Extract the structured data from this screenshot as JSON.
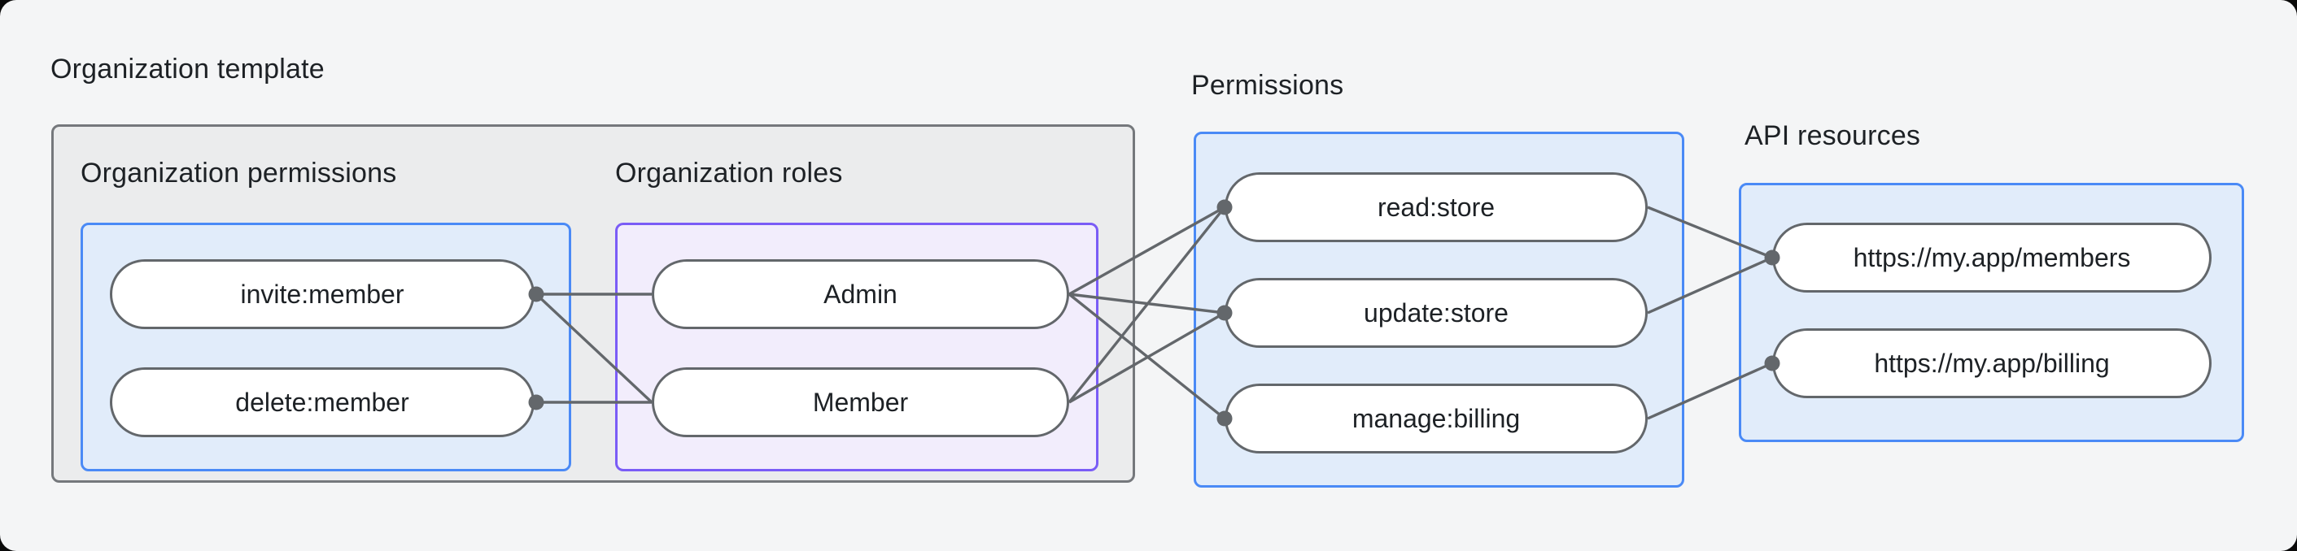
{
  "colors": {
    "page_background": "#f4f5f6",
    "outer_background": "#0a0a0a",
    "gray_box_fill": "#ebeced",
    "gray_box_border": "#75787c",
    "blue_box_fill": "#e1ecfa",
    "blue_box_border": "#4a8af6",
    "purple_box_fill": "#f2edfc",
    "purple_box_border": "#7a5cf6",
    "pill_fill": "#ffffff",
    "pill_border": "#63676b",
    "connector": "#63676b",
    "text": "#1d2125"
  },
  "headings": {
    "organization_template": "Organization template",
    "organization_permissions": "Organization permissions",
    "organization_roles": "Organization roles",
    "permissions": "Permissions",
    "api_resources": "API resources"
  },
  "nodes": {
    "invite": "invite:member",
    "delete": "delete:member",
    "admin": "Admin",
    "member": "Member",
    "read": "read:store",
    "update": "update:store",
    "manage": "manage:billing",
    "members_api": "https://my.app/members",
    "billing_api": "https://my.app/billing"
  },
  "edges": [
    {
      "from": "invite",
      "to": "admin"
    },
    {
      "from": "invite",
      "to": "member"
    },
    {
      "from": "delete",
      "to": "member"
    },
    {
      "from": "admin",
      "to": "read"
    },
    {
      "from": "admin",
      "to": "update"
    },
    {
      "from": "admin",
      "to": "manage"
    },
    {
      "from": "member",
      "to": "read"
    },
    {
      "from": "member",
      "to": "update"
    },
    {
      "from": "read",
      "to": "members_api"
    },
    {
      "from": "update",
      "to": "members_api"
    },
    {
      "from": "manage",
      "to": "billing_api"
    }
  ],
  "dots": [
    {
      "node": "invite",
      "side": "right"
    },
    {
      "node": "delete",
      "side": "right"
    },
    {
      "node": "read",
      "side": "left"
    },
    {
      "node": "update",
      "side": "left"
    },
    {
      "node": "manage",
      "side": "left"
    },
    {
      "node": "members_api",
      "side": "left"
    },
    {
      "node": "billing_api",
      "side": "left"
    }
  ]
}
